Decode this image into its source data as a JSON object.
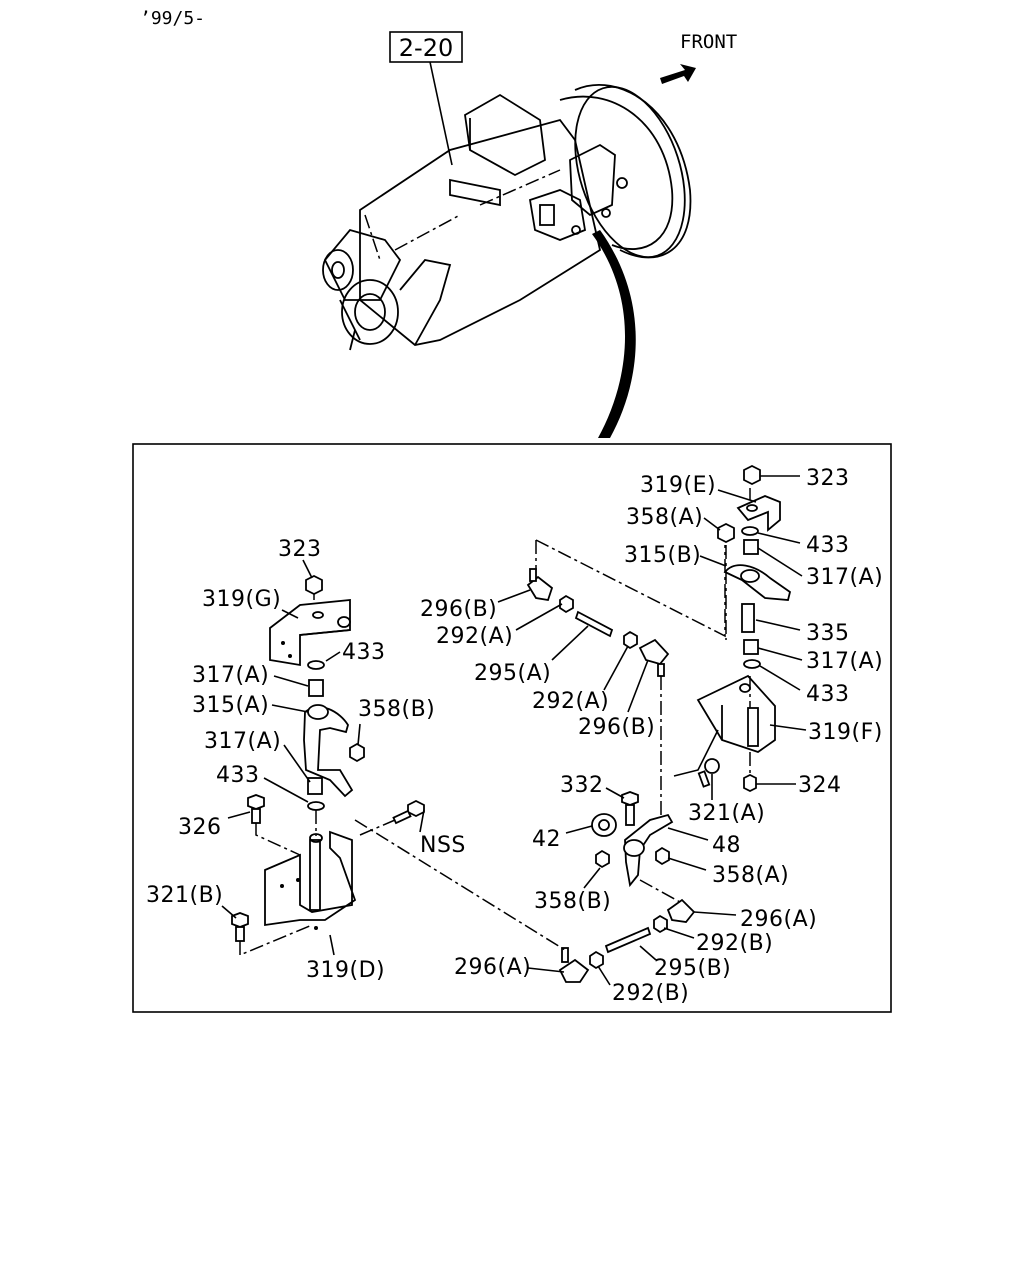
{
  "header": {
    "date_code": "’99/5-"
  },
  "top": {
    "ref_label": "2-20",
    "front_label": "FRONT"
  },
  "callouts": {
    "c323_right": "323",
    "c319E": "319(E)",
    "c358A_top": "358(A)",
    "c433_top": "433",
    "c315B": "315(B)",
    "c317A_r1": "317(A)",
    "c335": "335",
    "c317A_r2": "317(A)",
    "c433_r2": "433",
    "c319F": "319(F)",
    "c324": "324",
    "c321A": "321(A)",
    "c296B_1": "296(B)",
    "c292A_1": "292(A)",
    "c295A": "295(A)",
    "c292A_2": "292(A)",
    "c296B_2": "296(B)",
    "c323_left": "323",
    "c319G": "319(G)",
    "c433_l1": "433",
    "c317A_l1": "317(A)",
    "c315A": "315(A)",
    "c358B_l": "358(B)",
    "c317A_l2": "317(A)",
    "c433_l2": "433",
    "c326": "326",
    "cNSS": "NSS",
    "c321B": "321(B)",
    "c319D": "319(D)",
    "c332": "332",
    "c42": "42",
    "c48": "48",
    "c358A_mid": "358(A)",
    "c358B_mid": "358(B)",
    "c296A_r": "296(A)",
    "c292B_1": "292(B)",
    "c295B": "295(B)",
    "c296A_l": "296(A)",
    "c292B_2": "292(B)"
  }
}
